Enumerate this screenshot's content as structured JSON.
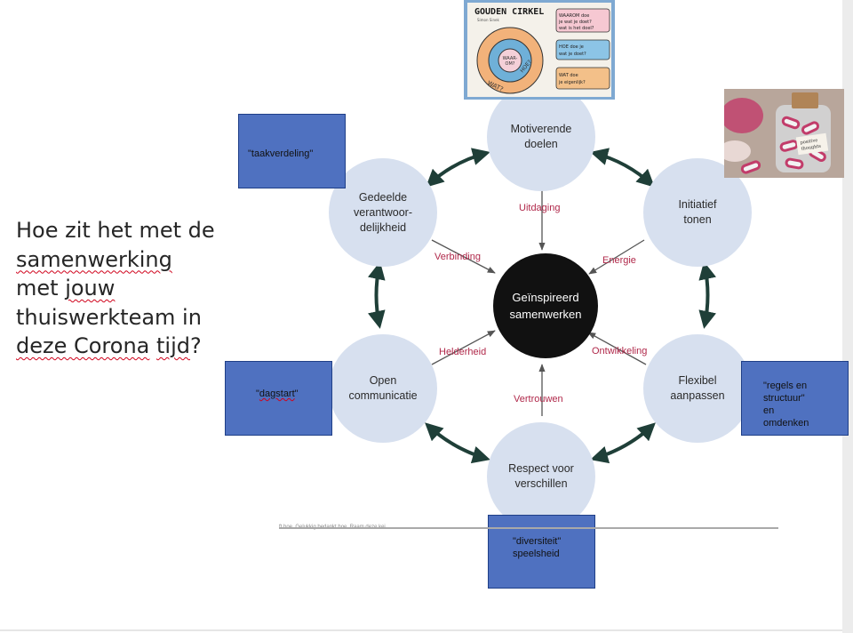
{
  "question": {
    "line1": "Hoe zit het met de",
    "line2": "samenwerking",
    "line3a": "met",
    "line3b": "jouw",
    "line4": "thuiswerkteam in",
    "line5a": "deze Corona",
    "line5b": "tijd",
    "line5c": "?"
  },
  "nodes": {
    "top": "Motiverende\ndoelen",
    "right_top": "Initiatief\ntonen",
    "right_bottom": "Flexibel\naanpassen",
    "bottom": "Respect voor\nverschillen",
    "left_bottom": "Open\ncommunicatie",
    "left_top": "Gedeelde\nverantwoor-\ndelijkheid",
    "center": "Geïnspireerd\nsamenwerken"
  },
  "links": {
    "top": "Uitdaging",
    "right_top": "Energie",
    "right_bottom": "Ontwikkeling",
    "bottom": "Vertrouwen",
    "left_bottom": "Helderheid",
    "left_top": "Verbinding"
  },
  "notes": {
    "taakverdeling": "\"taakverdeling\"",
    "dagstart_q1": "\"",
    "dagstart_word": "dagstart",
    "dagstart_q2": "\"",
    "regels": "\"regels en\nstructuur\"\nen\nomdenken",
    "diversiteit": "\"diversiteit\"\nspeelsheid"
  },
  "gouden_cirkel": {
    "title": "GOUDEN CIRKEL",
    "author": "Simon Sinek",
    "core": "WAAR-\nOM?",
    "hoe": "HOE?",
    "wat": "WAT?",
    "box1": "WAAROM doe je wat je doet? wat is het doel?",
    "box2": "HOE doe je wat je doet?",
    "box3": "WAT doe je eigenlijk?"
  },
  "jar_label": "positive thoughts",
  "caption": "ft hoe. Gelukkig bedankt hoe. Raam deze kei"
}
